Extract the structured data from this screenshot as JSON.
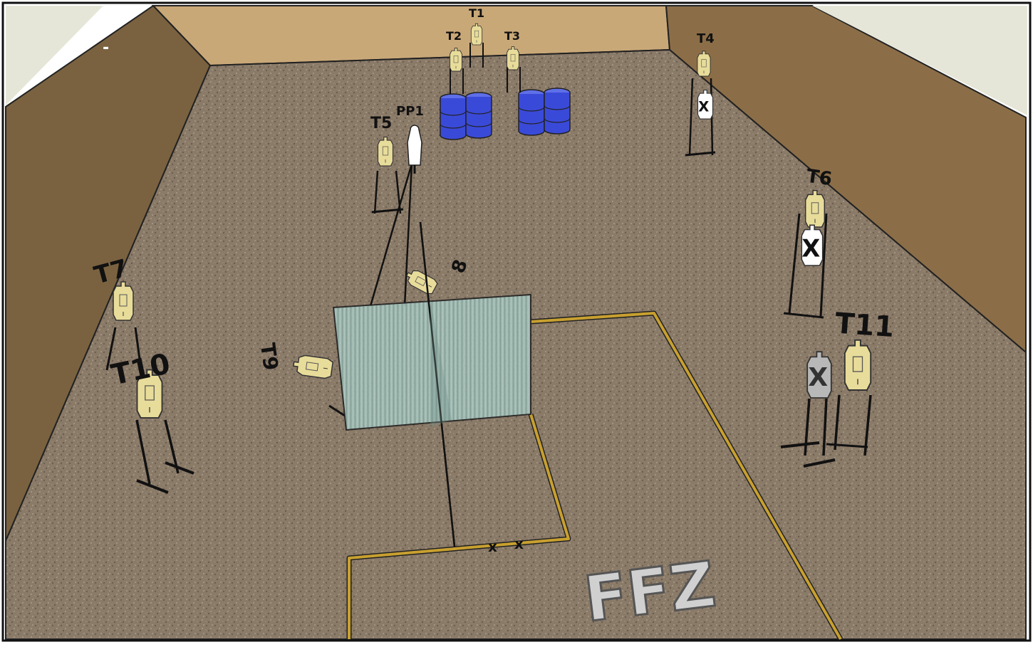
{
  "scene": {
    "indicator": "-",
    "zone_label": "FFZ",
    "fault_marks": [
      "x",
      "x"
    ],
    "props": {
      "barrel": "blue-barrel",
      "barricade": "glass-barricade",
      "no_shoot": "X",
      "popper": "PP1"
    },
    "targets": [
      {
        "id": "T1",
        "label": "T1"
      },
      {
        "id": "T2",
        "label": "T2"
      },
      {
        "id": "T3",
        "label": "T3"
      },
      {
        "id": "T4",
        "label": "T4"
      },
      {
        "id": "T5",
        "label": "T5"
      },
      {
        "id": "T6",
        "label": "T6"
      },
      {
        "id": "T7",
        "label": "T7"
      },
      {
        "id": "T8",
        "label": "8"
      },
      {
        "id": "T9",
        "label": "T9"
      },
      {
        "id": "T10",
        "label": "T10"
      },
      {
        "id": "T11",
        "label": "T11"
      }
    ],
    "colors": {
      "floor": "#8b7b6a",
      "wall_side": "#7a6240",
      "wall_back": "#c9a878",
      "target": "#e8dc9a",
      "no_shoot": "#ffffff",
      "barrel": "#3a4ad8",
      "fault_line": "#c8a030",
      "barricade": "#9fbfb8"
    }
  }
}
